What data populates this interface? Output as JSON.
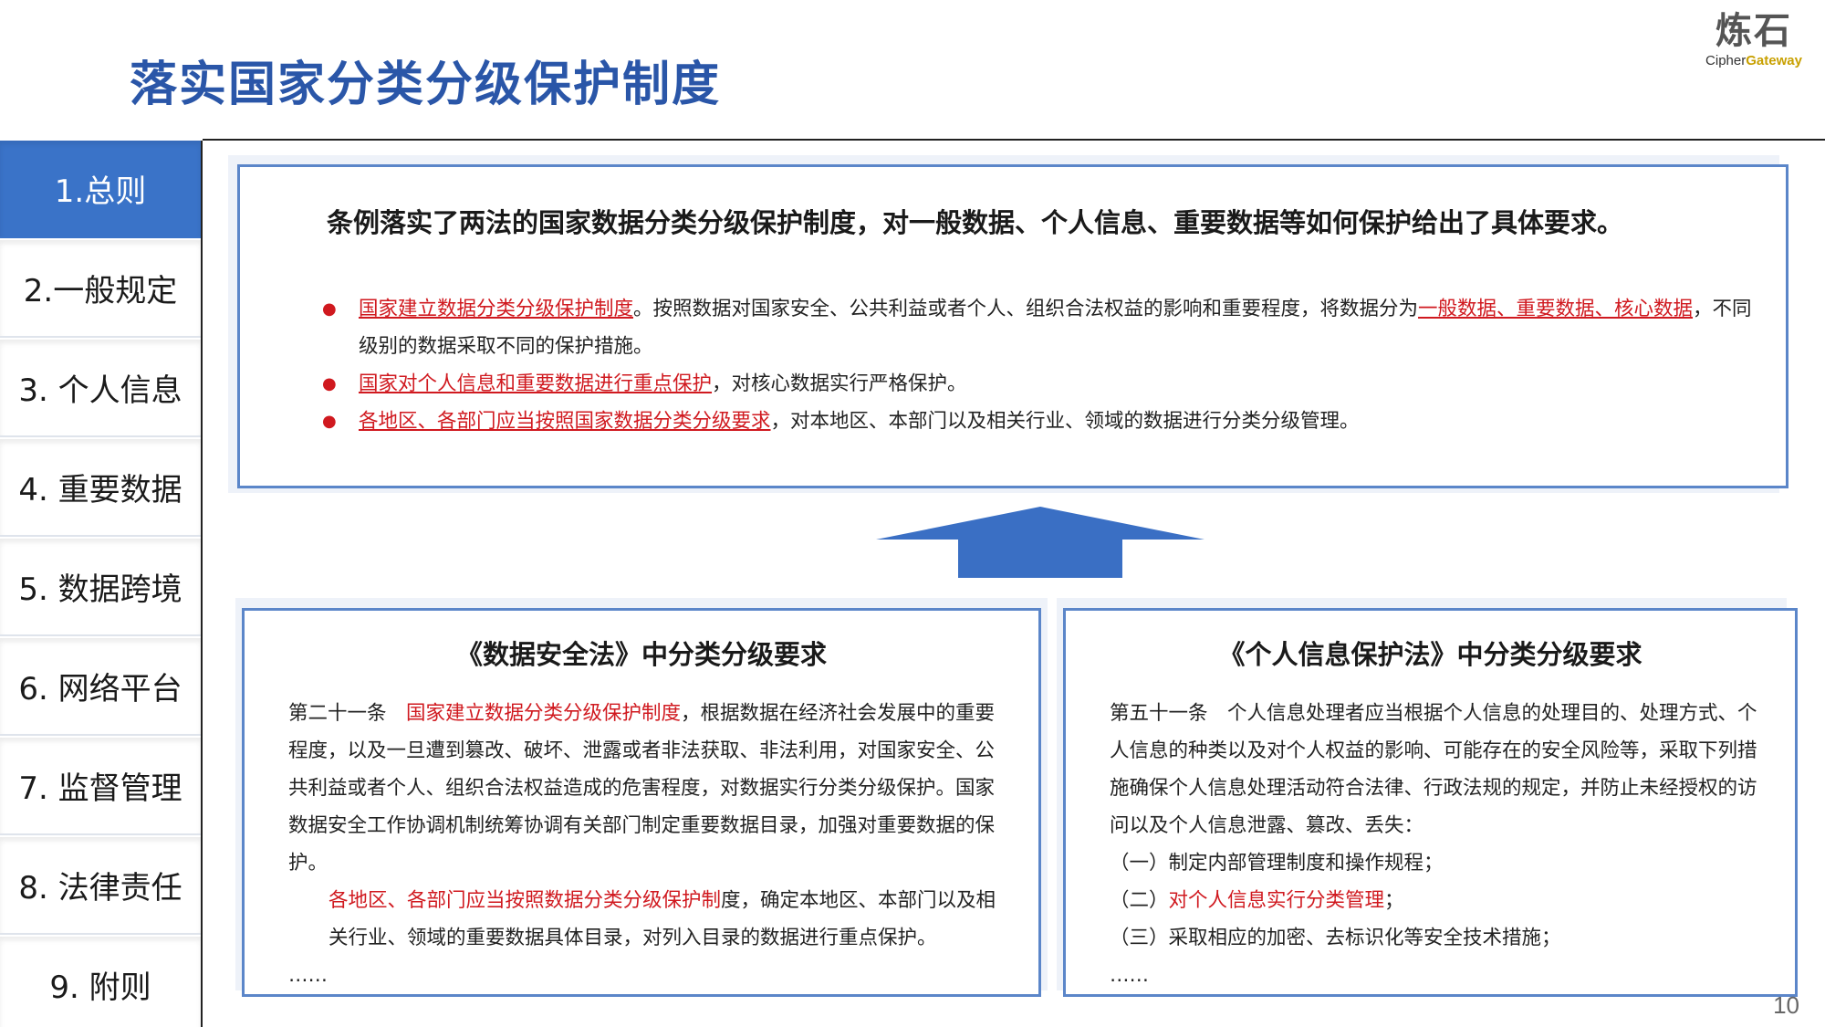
{
  "title": "落实国家分类分级保护制度",
  "logo": {
    "cn": "炼石",
    "en_prefix": "Cipher",
    "en_suffix": "Gateway"
  },
  "sidebar": {
    "items": [
      {
        "label": "1.总则",
        "active": true
      },
      {
        "label": "2.一般规定"
      },
      {
        "label": "3. 个人信息"
      },
      {
        "label": "4. 重要数据"
      },
      {
        "label": "5. 数据跨境"
      },
      {
        "label": "6. 网络平台"
      },
      {
        "label": "7. 监督管理"
      },
      {
        "label": "8. 法律责任"
      },
      {
        "label": "9. 附则"
      }
    ]
  },
  "top": {
    "heading": "条例落实了两法的国家数据分类分级保护制度，对一般数据、个人信息、重要数据等如何保护给出了具体要求。",
    "b1_hl": "国家建立数据分类分级保护制度",
    "b1_text": "。按照数据对国家安全、公共利益或者个人、组织合法权益的影响和重要程度，将数据分为",
    "b1_hl2": "一般数据、重要数据、核心数据",
    "b1_text2": "，不同级别的数据采取不同的保护措施。",
    "b2_pre": "国家",
    "b2_hl": "对个人信息和重要数据进行重点保护",
    "b2_text": "，对核心数据实行严格保护。",
    "b3_hl": "各地区、各部门应当按照国家数据分类分级要求",
    "b3_text": "，对本地区、本部门以及相关行业、领域的数据进行分类分级管理。"
  },
  "left_panel": {
    "title": "《数据安全法》中分类分级要求",
    "p1_pre": "第二十一条　",
    "p1_red": "国家建立数据分类分级保护制度",
    "p1_text": "，根据数据在经济社会发展中的重要程度，以及一旦遭到篡改、破坏、泄露或者非法获取、非法利用，对国家安全、公共利益或者个人、组织合法权益造成的危害程度，对数据实行分类分级保护。国家数据安全工作协调机制统筹协调有关部门制定重要数据目录，加强对重要数据的保护。",
    "p2_red": "各地区、各部门应当按照数据分类分级保护制",
    "p2_text": "度，确定本地区、本部门以及相关行业、领域的重要数据具体目录，对列入目录的数据进行重点保护。",
    "ellipsis": "……"
  },
  "right_panel": {
    "title": "《个人信息保护法》中分类分级要求",
    "p1": "第五十一条　个人信息处理者应当根据个人信息的处理目的、处理方式、个人信息的种类以及对个人权益的影响、可能存在的安全风险等，采取下列措施确保个人信息处理活动符合法律、行政法规的规定，并防止未经授权的访问以及个人信息泄露、篡改、丢失：",
    "item1": "（一）制定内部管理制度和操作规程；",
    "item2_pre": "（二）",
    "item2_red": "对个人信息实行分类管理",
    "item2_post": "；",
    "item3": "（三）采取相应的加密、去标识化等安全技术措施；",
    "ellipsis": "……"
  },
  "page_number": "10",
  "colors": {
    "accent": "#2a56a8",
    "nav_active": "#3a73c8",
    "border": "#5b86c9",
    "highlight": "#d0191f"
  }
}
